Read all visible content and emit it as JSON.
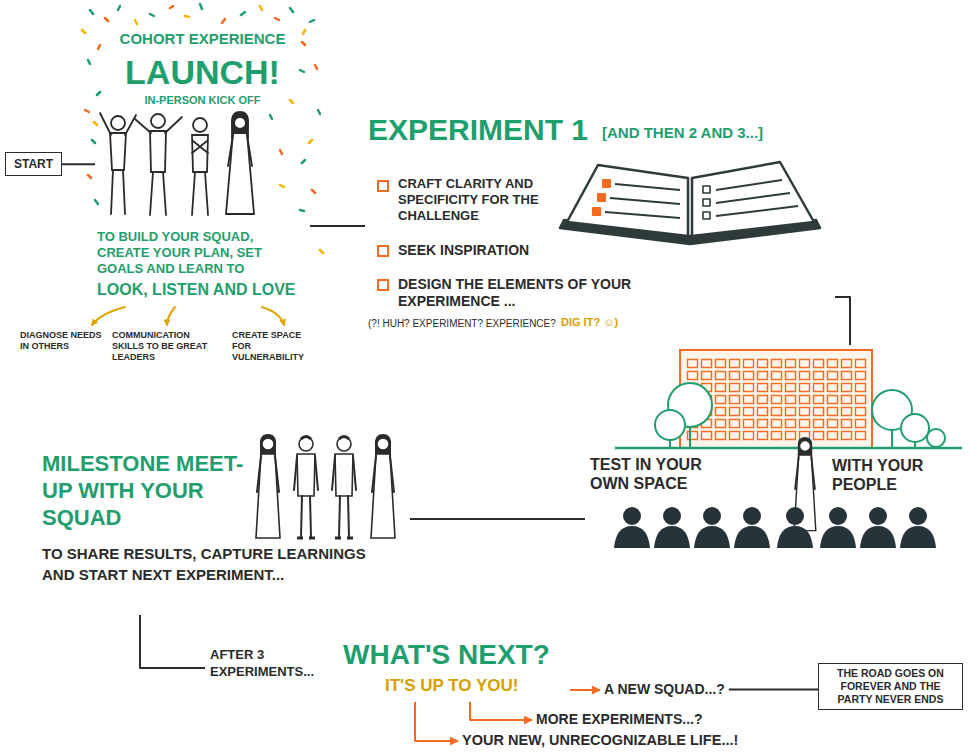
{
  "diagram": {
    "nodes": [
      {
        "text": [
          "START"
        ]
      },
      {
        "text": [
          "COHORT EXPERIENCE",
          "LAUNCH!",
          "IN-PERSON KICK OFF",
          "TO BUILD YOUR SQUAD, CREATE YOUR PLAN, SET GOALS AND LEARN TO",
          "LOOK, LISTEN AND LOVE"
        ]
      },
      {
        "text": [
          "EXPERIMENT 1",
          "[AND THEN 2 AND 3...]",
          "CRAFT CLARITY AND SPECIFICITY FOR THE CHALLENGE",
          "SEEK INSPIRATION",
          "DESIGN THE ELEMENTS OF YOUR EXPERIMENCE ...",
          "(?! HUH? EXPERIMENT? EXPERIENCE?",
          "DIG IT? ☺)"
        ]
      },
      {
        "text": [
          "TEST IN YOUR OWN SPACE",
          "WITH YOUR PEOPLE"
        ]
      },
      {
        "text": [
          "MILESTONE MEET-UP WITH YOUR SQUAD",
          "TO SHARE RESULTS, CAPTURE LEARNINGS AND START NEXT EXPERIMENT..."
        ]
      },
      {
        "text": [
          "AFTER 3 EXPERIMENTS...",
          "WHAT'S NEXT?",
          "IT'S UP TO YOU!"
        ]
      },
      {
        "text": [
          "A NEW SQUAD...?"
        ]
      },
      {
        "text": [
          "MORE EXPERIMENTS...?"
        ]
      },
      {
        "text": [
          "YOUR NEW, UNRECOGNIZABLE LIFE...!"
        ]
      },
      {
        "text": [
          "THE ROAD GOES ON FOREVER AND THE PARTY NEVER ENDS"
        ]
      }
    ],
    "edges": [
      {
        "from": 0,
        "to": 1,
        "arrow": "none"
      },
      {
        "from": 1,
        "to": 2,
        "arrow": "none"
      },
      {
        "from": 2,
        "to": 3,
        "arrow": "none"
      },
      {
        "from": 3,
        "to": 4,
        "arrow": "none"
      },
      {
        "from": 4,
        "to": 5,
        "arrow": "none"
      },
      {
        "from": 5,
        "to": 6,
        "arrow": "to"
      },
      {
        "from": 5,
        "to": 7,
        "arrow": "to"
      },
      {
        "from": 5,
        "to": 8,
        "arrow": "to"
      },
      {
        "from": 6,
        "to": 9,
        "arrow": "none"
      }
    ],
    "labels": [
      "DIAGNOSE NEEDS IN OTHERS",
      "COMMUNICATION SKILLS TO BE GREAT LEADERS",
      "CREATE SPACE FOR VULNERABILITY"
    ]
  }
}
